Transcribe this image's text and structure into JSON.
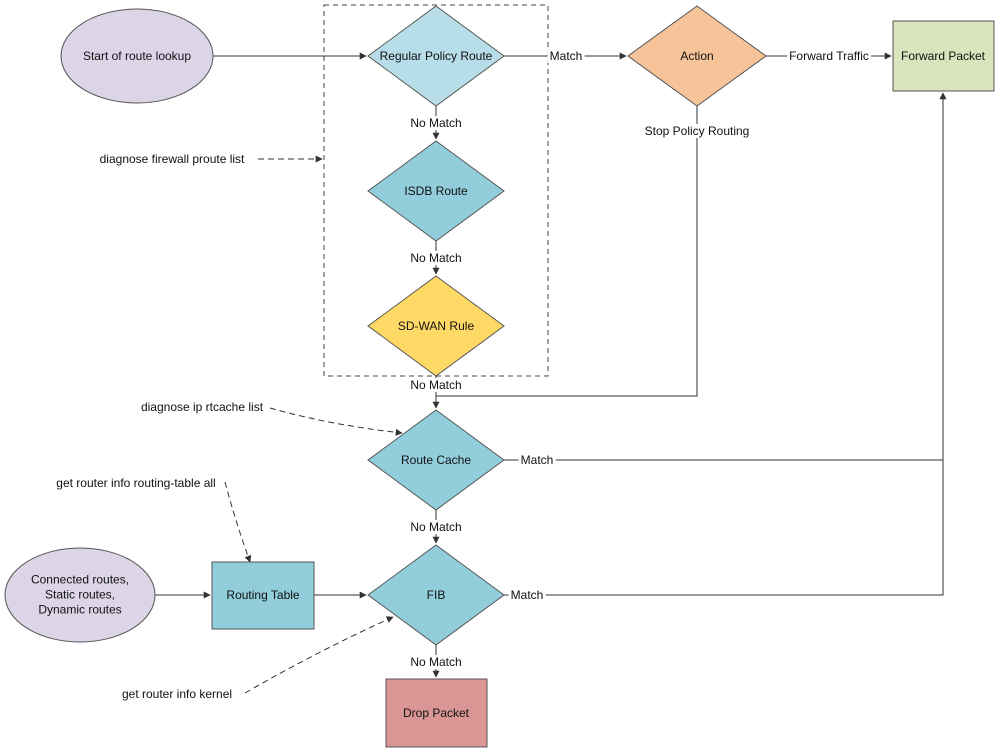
{
  "nodes": {
    "start": {
      "label": "Start of route lookup",
      "fill": "#dcd5e8"
    },
    "sources": {
      "lines": [
        "Connected routes,",
        "Static routes,",
        "Dynamic routes"
      ],
      "fill": "#dcd5e8"
    },
    "regular_policy": {
      "label": "Regular Policy Route",
      "fill": "#b7dde8"
    },
    "isdb": {
      "label": "ISDB Route",
      "fill": "#92cddc"
    },
    "sdwan": {
      "label": "SD-WAN Rule",
      "fill": "#ffd966"
    },
    "action": {
      "label": "Action",
      "fill": "#f7c49a"
    },
    "forward_packet": {
      "label": "Forward Packet",
      "fill": "#d8e4bc"
    },
    "route_cache": {
      "label": "Route Cache",
      "fill": "#92cddc"
    },
    "routing_table": {
      "label": "Routing Table",
      "fill": "#92cddc"
    },
    "fib": {
      "label": "FIB",
      "fill": "#92cddc"
    },
    "drop_packet": {
      "label": "Drop Packet",
      "fill": "#da9694"
    }
  },
  "edges": {
    "match_policy": "Match",
    "forward_traffic": "Forward Traffic",
    "stop_policy": "Stop Policy Routing",
    "no_match_1": "No Match",
    "no_match_2": "No Match",
    "no_match_3": "No Match",
    "match_cache": "Match",
    "no_match_4": "No Match",
    "match_fib": "Match",
    "no_match_5": "No Match"
  },
  "annotations": {
    "proute": "diagnose firewall proute list",
    "rtcache": "diagnose ip rtcache list",
    "routing_table_cmd": "get router info routing-table all",
    "kernel": "get router info kernel"
  },
  "colors": {
    "stroke": "#444444",
    "line": "#333333"
  }
}
